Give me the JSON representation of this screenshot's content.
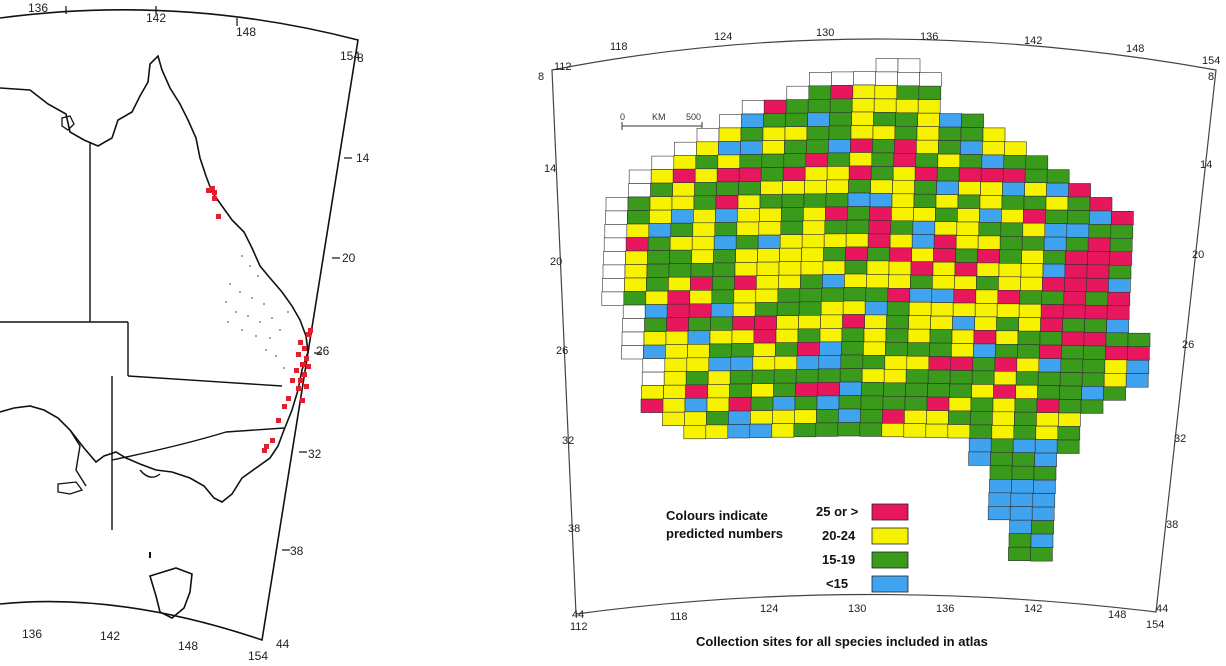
{
  "left_map": {
    "top_longitudes": [
      "136",
      "142",
      "148",
      "154"
    ],
    "bottom_longitudes": [
      "136",
      "142",
      "148",
      "154"
    ],
    "right_latitudes": [
      "8",
      "14",
      "20",
      "26",
      "32",
      "38",
      "44"
    ],
    "record_color": "#e0202e"
  },
  "right_map": {
    "top_longitudes": [
      "112",
      "118",
      "124",
      "130",
      "136",
      "142",
      "148",
      "154"
    ],
    "bottom_longitudes": [
      "112",
      "118",
      "124",
      "130",
      "136",
      "142",
      "148",
      "154"
    ],
    "left_latitudes": [
      "8",
      "14",
      "20",
      "26",
      "32",
      "38",
      "44"
    ],
    "right_latitudes": [
      "8",
      "14",
      "20",
      "26",
      "32",
      "38",
      "44"
    ],
    "scale_bar": {
      "start": "0",
      "unit": "KM",
      "end": "500"
    },
    "legend": {
      "title_line1": "Colours indicate",
      "title_line2": "predicted numbers",
      "items": [
        {
          "label": "25 or >",
          "color": "#e8175d"
        },
        {
          "label": "20-24",
          "color": "#f7f200"
        },
        {
          "label": "15-19",
          "color": "#3a9a1c"
        },
        {
          "label": "<15",
          "color": "#3fa3ef"
        }
      ]
    },
    "caption": "Collection sites for all species included in atlas"
  }
}
